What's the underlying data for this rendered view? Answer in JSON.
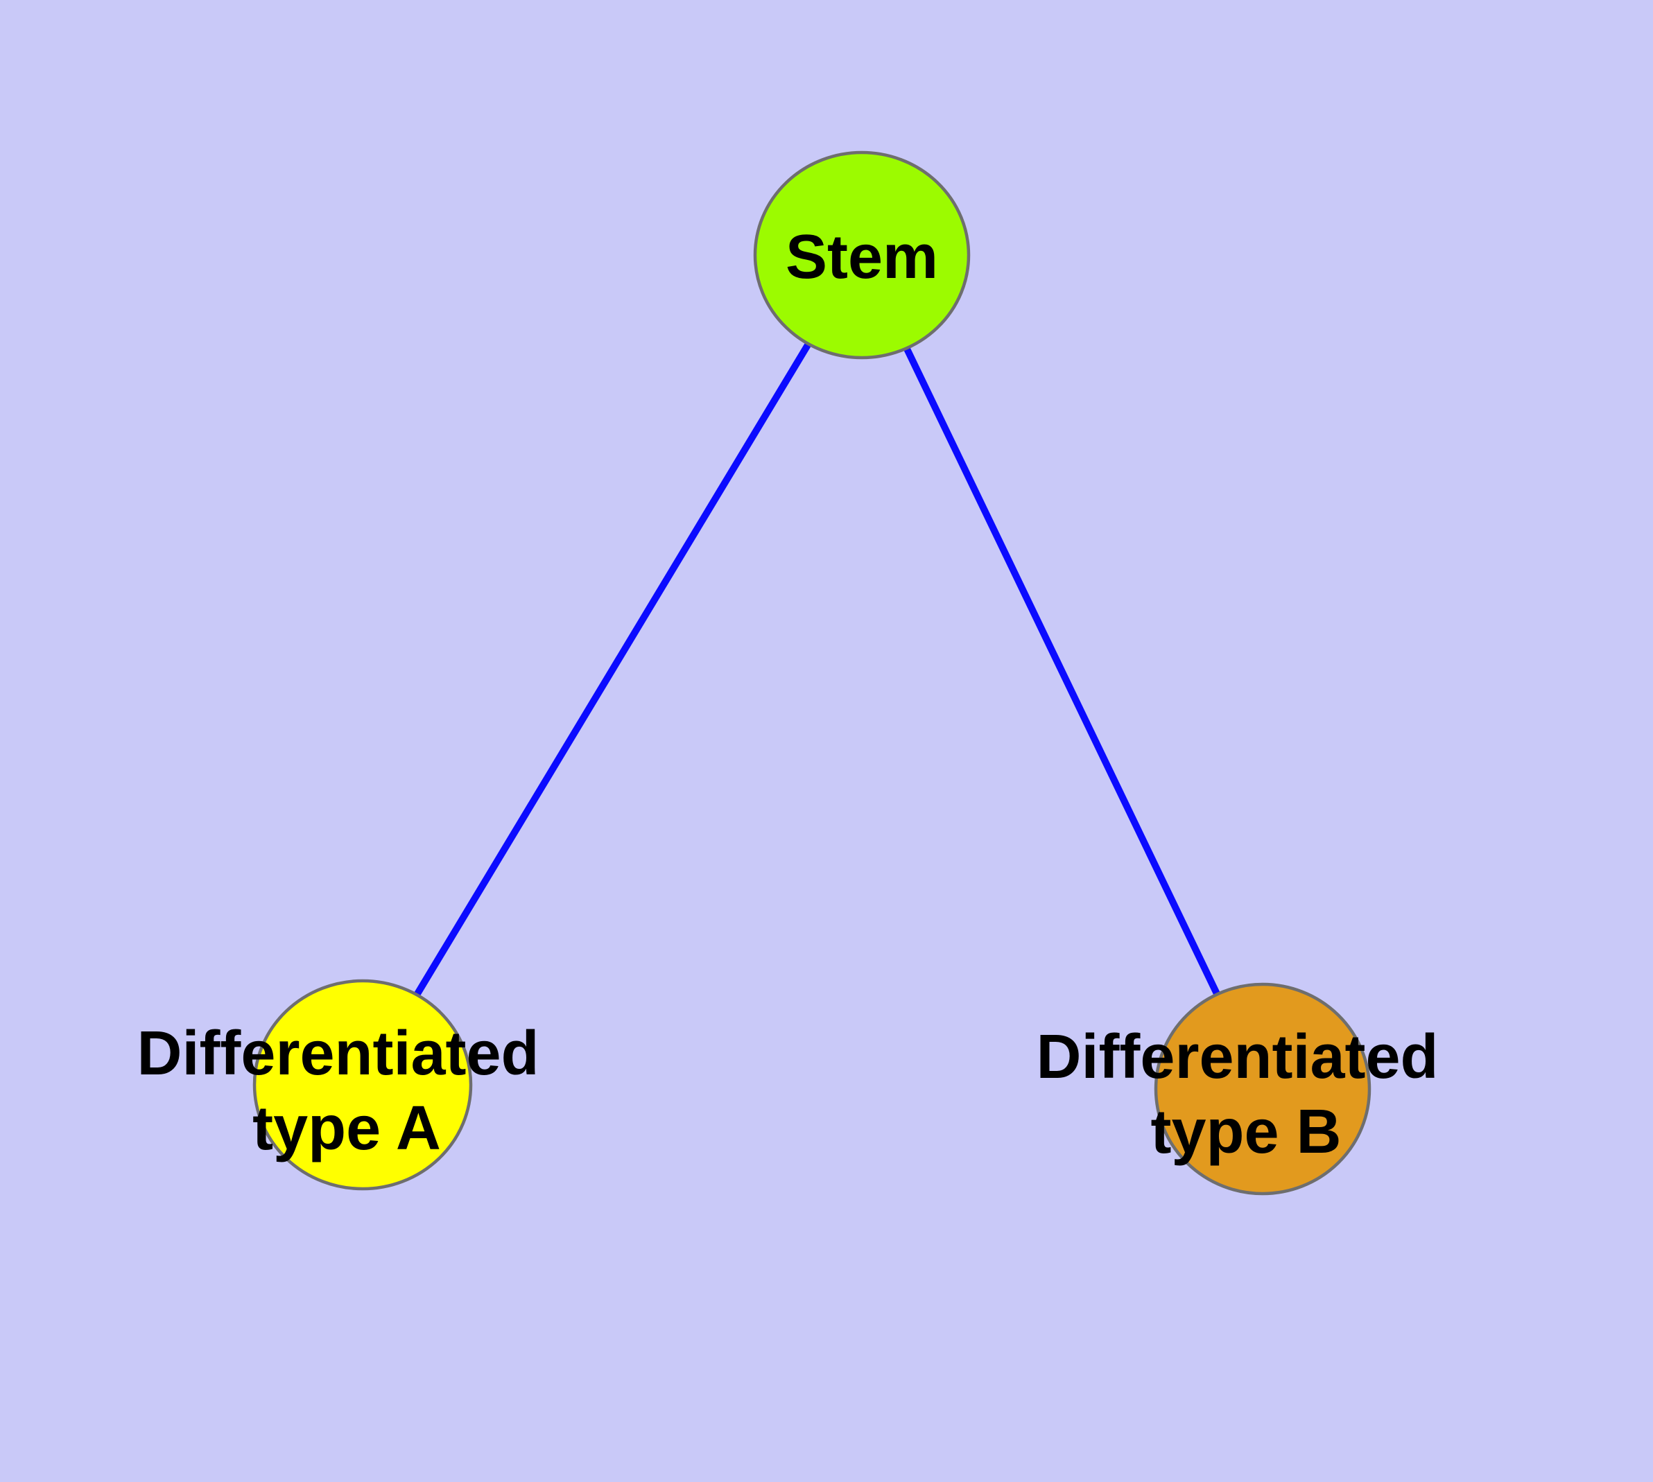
{
  "diagram": {
    "background_color": "#C9C9F8",
    "edge_color": "#0B0BFF",
    "node_border_color": "#6E6E6E",
    "label_color": "#000000",
    "nodes": {
      "stem": {
        "label": "Stem",
        "fill": "#9CFB00"
      },
      "type_a": {
        "label_line1": "Differentiated",
        "label_line2": "type A",
        "fill": "#FFFF00"
      },
      "type_b": {
        "label_line1": "Differentiated",
        "label_line2": "type B",
        "fill": "#E29A1E"
      }
    },
    "edges": [
      {
        "from": "stem",
        "to": "type_a"
      },
      {
        "from": "stem",
        "to": "type_b"
      }
    ]
  }
}
